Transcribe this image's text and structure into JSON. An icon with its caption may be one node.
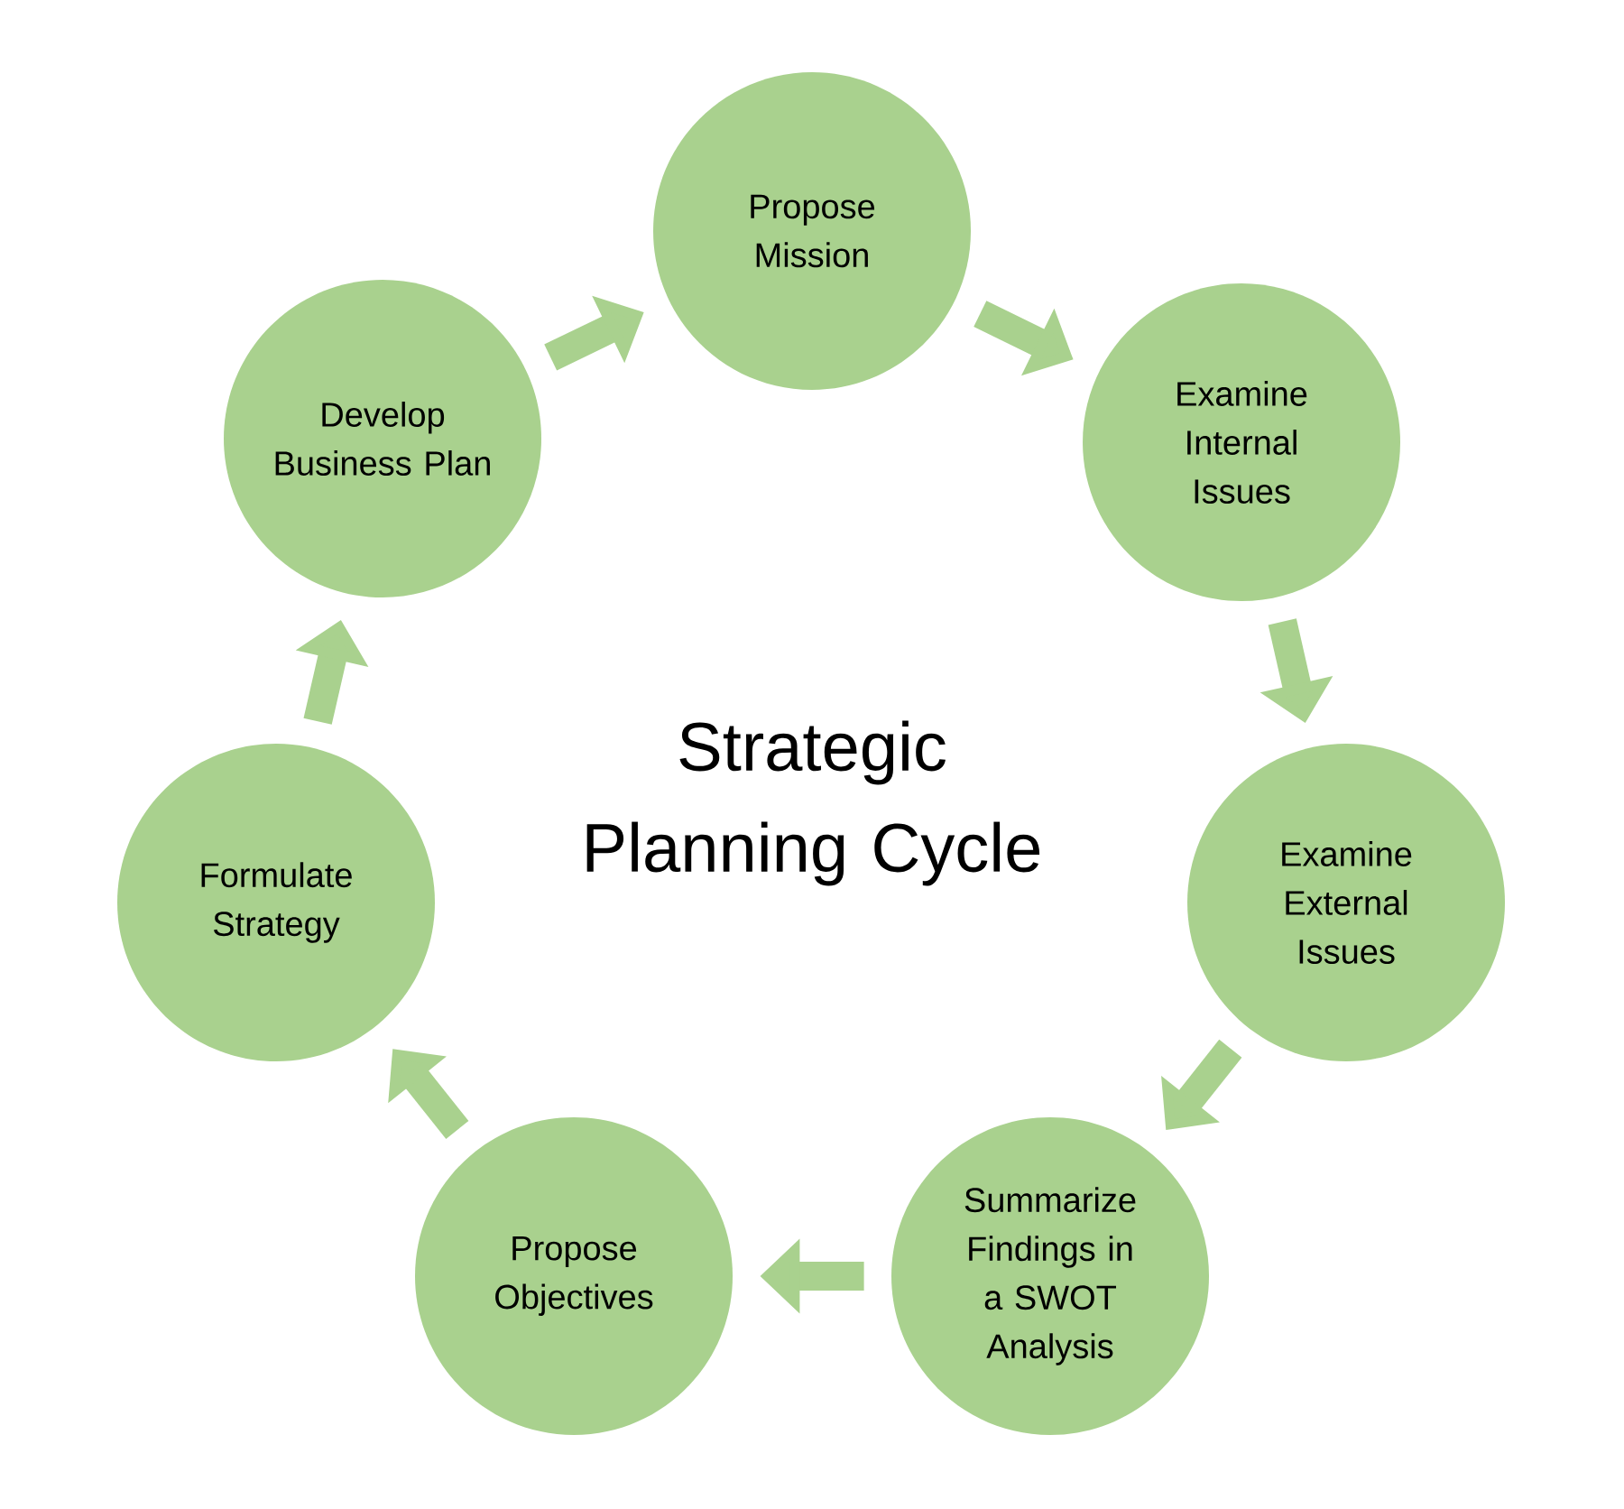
{
  "diagram": {
    "title": "Strategic Planning Cycle",
    "nodes": [
      {
        "text": [
          "Propose Mission"
        ]
      },
      {
        "text": [
          "Examine Internal Issues"
        ]
      },
      {
        "text": [
          "Examine External Issues"
        ]
      },
      {
        "text": [
          "Summarize Findings in a SWOT Analysis"
        ]
      },
      {
        "text": [
          "Propose Objectives"
        ]
      },
      {
        "text": [
          "Formulate Strategy"
        ]
      },
      {
        "text": [
          "Develop Business Plan"
        ]
      }
    ],
    "edges": [
      {
        "from": 0,
        "to": 1,
        "arrow": "to"
      },
      {
        "from": 1,
        "to": 2,
        "arrow": "to"
      },
      {
        "from": 2,
        "to": 3,
        "arrow": "to"
      },
      {
        "from": 3,
        "to": 4,
        "arrow": "to"
      },
      {
        "from": 4,
        "to": 5,
        "arrow": "to"
      },
      {
        "from": 5,
        "to": 6,
        "arrow": "to"
      },
      {
        "from": 6,
        "to": 0,
        "arrow": "to"
      }
    ]
  }
}
